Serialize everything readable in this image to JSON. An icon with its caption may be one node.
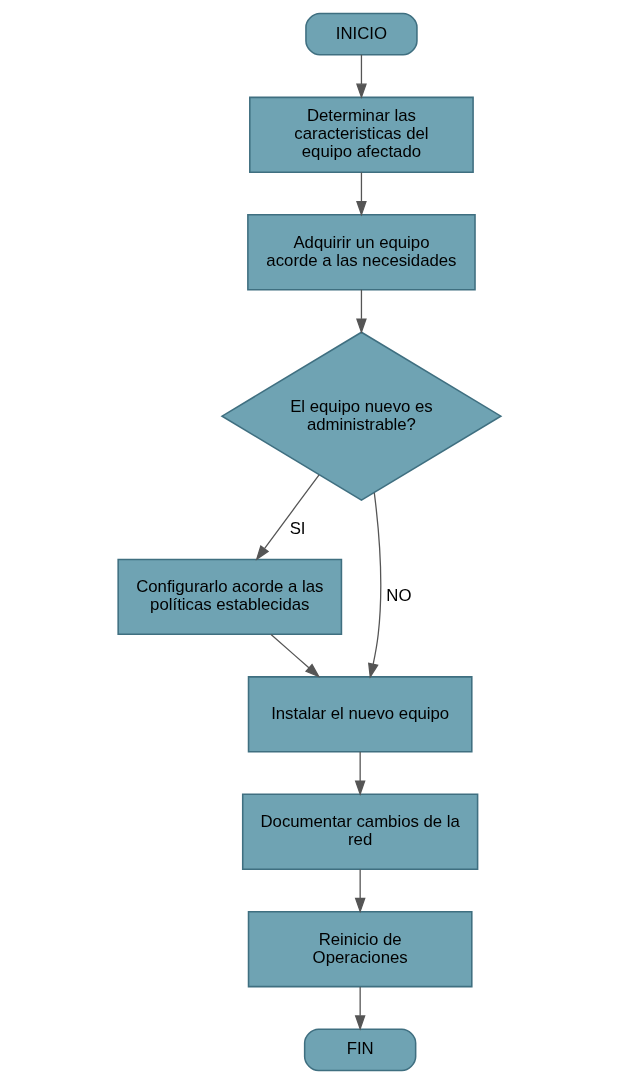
{
  "diagram": {
    "nodes": [
      {
        "text": [
          "INICIO"
        ]
      },
      {
        "text": [
          "Determinar las caracteristicas del equipo afectado"
        ]
      },
      {
        "text": [
          "Adquirir un equipo acorde a las necesidades"
        ]
      },
      {
        "text": [
          "El equipo nuevo es administrable?"
        ]
      },
      {
        "text": [
          "Configurarlo acorde a las políticas establecidas"
        ]
      },
      {
        "text": [
          "Instalar el nuevo equipo"
        ]
      },
      {
        "text": [
          "Documentar cambios de la red"
        ]
      },
      {
        "text": [
          "Reinicio de Operaciones"
        ]
      },
      {
        "text": [
          "FIN"
        ]
      }
    ],
    "edges": [
      {
        "from": 0,
        "to": 1,
        "arrow": "to"
      },
      {
        "from": 1,
        "to": 2,
        "arrow": "to"
      },
      {
        "from": 2,
        "to": 3,
        "arrow": "to"
      },
      {
        "from": 3,
        "to": 4,
        "arrow": "to",
        "label": "SI"
      },
      {
        "from": 3,
        "to": 5,
        "arrow": "to",
        "label": "NO"
      },
      {
        "from": 4,
        "to": 5,
        "arrow": "to"
      },
      {
        "from": 5,
        "to": 6,
        "arrow": "to"
      },
      {
        "from": 6,
        "to": 7,
        "arrow": "to"
      },
      {
        "from": 7,
        "to": 8,
        "arrow": "to"
      }
    ]
  }
}
